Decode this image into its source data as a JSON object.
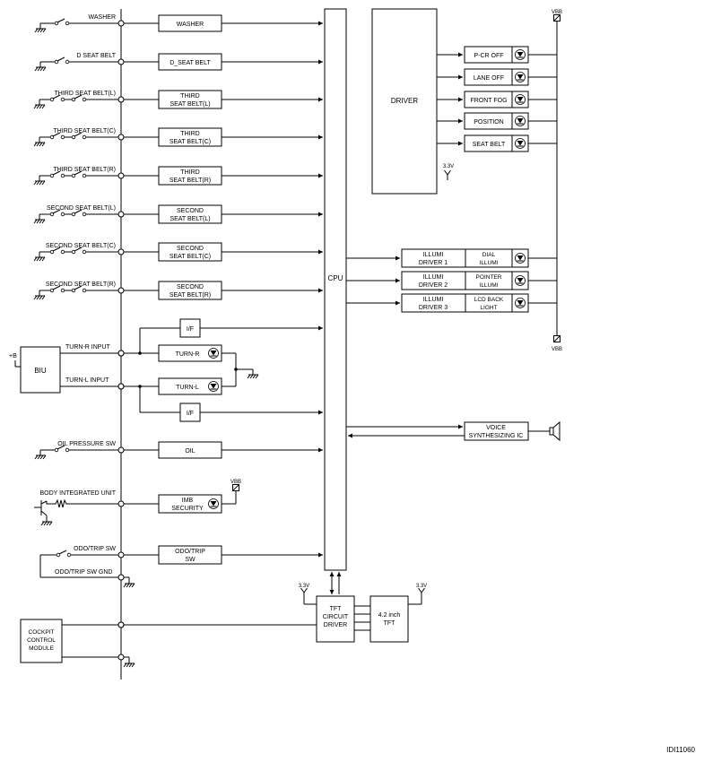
{
  "inputs": {
    "washer": {
      "label": "WASHER",
      "block": [
        "WASHER"
      ]
    },
    "d_seat_belt": {
      "label": "D SEAT BELT",
      "block": [
        "D_SEAT BELT"
      ]
    },
    "third_l": {
      "label": "THIRD SEAT BELT(L)",
      "block": [
        "THIRD",
        "SEAT BELT(L)"
      ]
    },
    "third_c": {
      "label": "THIRD SEAT BELT(C)",
      "block": [
        "THIRD",
        "SEAT BELT(C)"
      ]
    },
    "third_r": {
      "label": "THIRD SEAT BELT(R)",
      "block": [
        "THIRD",
        "SEAT BELT(R)"
      ]
    },
    "second_l": {
      "label": "SECOND SEAT BELT(L)",
      "block": [
        "SECOND",
        "SEAT BELT(L)"
      ]
    },
    "second_c": {
      "label": "SECOND SEAT BELT(C)",
      "block": [
        "SECOND",
        "SEAT BELT(C)"
      ]
    },
    "second_r": {
      "label": "SECOND SEAT BELT(R)",
      "block": [
        "SECOND",
        "SEAT BELT(R)"
      ]
    },
    "turn_r": {
      "label": "TURN-R INPUT",
      "block": [
        "TURN-R"
      ]
    },
    "turn_l": {
      "label": "TURN-L INPUT",
      "block": [
        "TURN-L"
      ]
    },
    "oil": {
      "label": "OIL PRESSURE SW",
      "block": [
        "OIL"
      ]
    },
    "body": {
      "label": "BODY INTEGRATED UNIT",
      "block": [
        "IMB",
        "SECURITY"
      ]
    },
    "odo": {
      "label": "ODO/TRIP SW",
      "block": [
        "ODO/TRIP",
        "SW"
      ]
    },
    "odo_gnd": {
      "label": "ODO/TRIP SW GND"
    }
  },
  "interface_label": "I/F",
  "biu": {
    "label": "BIU",
    "supply": "+B"
  },
  "cockpit_module": [
    "COCKPIT",
    "CONTROL",
    "MODULE"
  ],
  "cpu_label": "CPU",
  "driver_label": "DRIVER",
  "indicators": [
    "P-CR OFF",
    "LANE OFF",
    "FRONT FOG",
    "POSITION",
    "SEAT BELT"
  ],
  "illumi": [
    {
      "driver": [
        "ILLUMI",
        "DRIVER 1"
      ],
      "lamp": [
        "DIAL",
        "ILLUMI"
      ]
    },
    {
      "driver": [
        "ILLUMI",
        "DRIVER 2"
      ],
      "lamp": [
        "POINTER",
        "ILLUMI"
      ]
    },
    {
      "driver": [
        "ILLUMI",
        "DRIVER 3"
      ],
      "lamp": [
        "LCD BACK",
        "LIGHT"
      ]
    }
  ],
  "voice": [
    "VOICE",
    "SYNTHESIZING IC"
  ],
  "tft_driver": [
    "TFT",
    "CIRCUIT",
    "DRIVER"
  ],
  "tft_panel": [
    "4.2 inch",
    "TFT"
  ],
  "vbb_label": "VBB",
  "v33_label": "3.3V",
  "figure_id": "IDI11060"
}
